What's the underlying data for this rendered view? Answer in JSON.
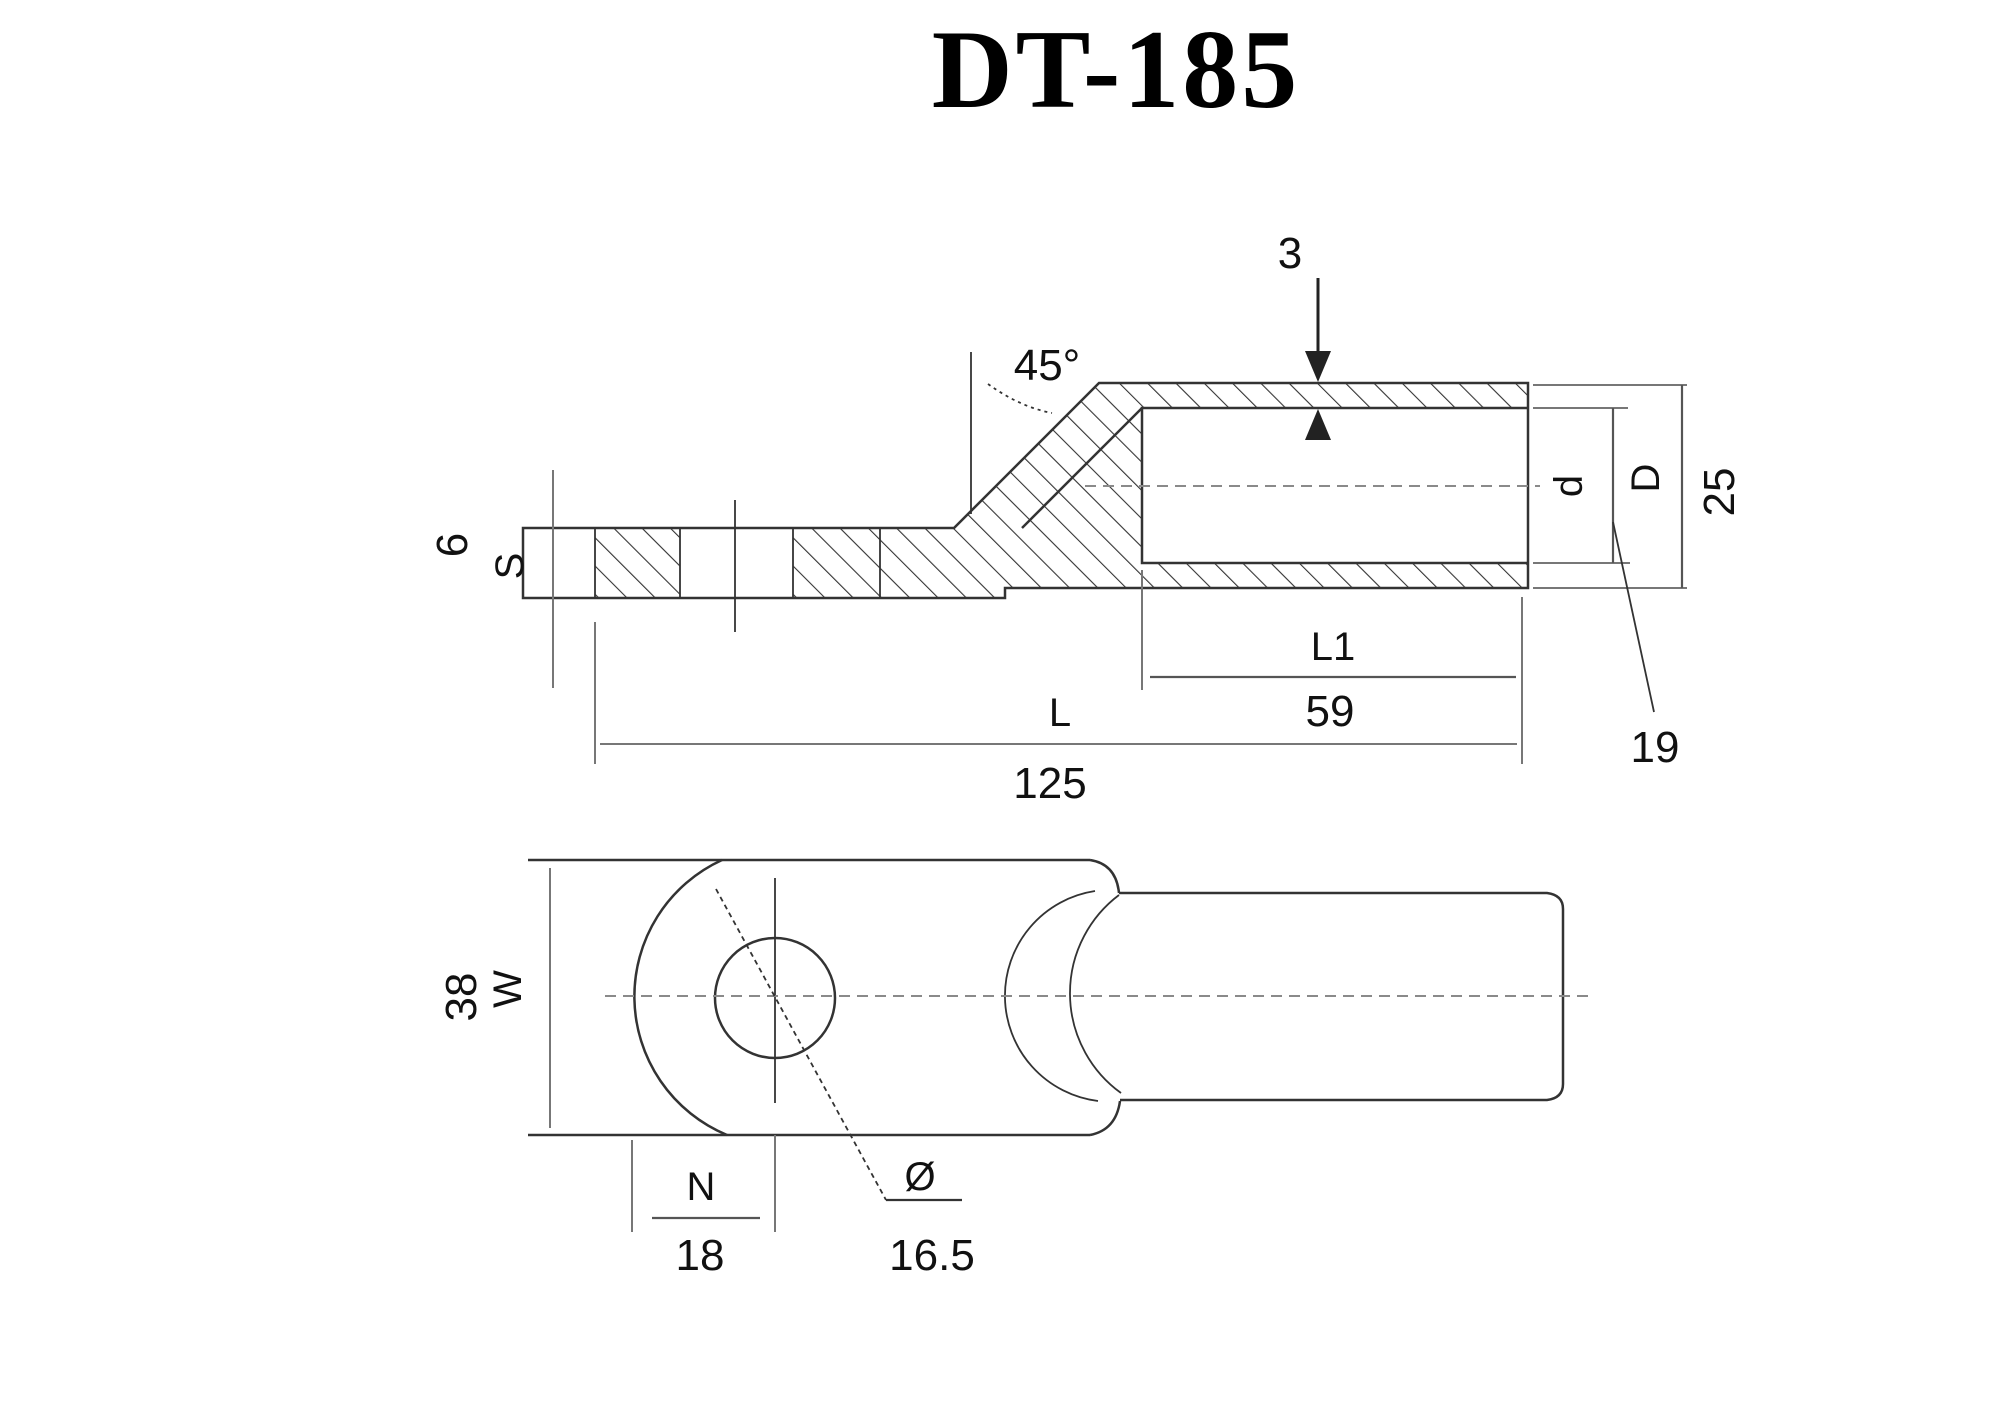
{
  "title": "DT-185",
  "drawing": {
    "type": "technical-drawing",
    "part": "cable lug",
    "views": [
      "cross-section side view",
      "top view"
    ]
  },
  "side_view": {
    "labels": {
      "wall_thickness_value": "3",
      "chamfer_angle": "45°",
      "palm_thickness_value": "6",
      "palm_thickness_symbol": "S",
      "bore_diameter_symbol": "d",
      "bore_diameter_value": "19",
      "barrel_diameter_symbol": "D",
      "barrel_diameter_value": "25",
      "bore_depth_symbol": "L1",
      "bore_depth_value": "59",
      "overall_length_symbol": "L",
      "overall_length_value": "125"
    }
  },
  "top_view": {
    "labels": {
      "palm_width_symbol": "W",
      "palm_width_value": "38",
      "hole_offset_symbol": "N",
      "hole_offset_value": "18",
      "hole_diameter_symbol": "Ø",
      "hole_diameter_value": "16.5"
    }
  },
  "colors": {
    "background": "#ffffff",
    "outline": "#333333",
    "dimension_lines": "#777777",
    "text": "#111111",
    "title_text": "#000000"
  }
}
